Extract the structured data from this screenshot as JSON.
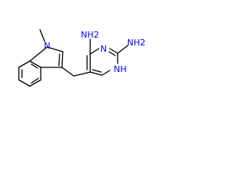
{
  "molecule": {
    "atoms": {
      "indole_n": {
        "label": "N",
        "element": "N"
      },
      "indole_methyl": {
        "label": "",
        "element": "C"
      },
      "amine_4": {
        "label": "NH2",
        "element": "N"
      },
      "amine_2": {
        "label": "NH2",
        "element": "N"
      },
      "ring_n3": {
        "label": "N",
        "element": "N"
      },
      "ring_n1": {
        "label": "NH",
        "element": "N"
      }
    }
  }
}
